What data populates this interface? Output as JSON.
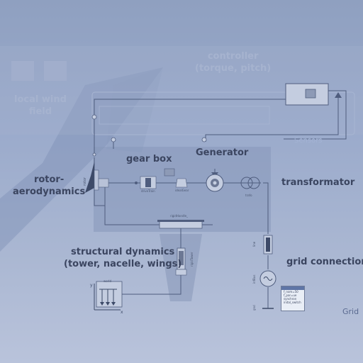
{
  "labels": {
    "controller": "controller\n(torque, pitch)",
    "local_wind": "local wind\nfield",
    "gear_box": "gear box",
    "generator": "Generator",
    "rotor": "rotor-\naerodynamics",
    "transformator": "transformator",
    "structural": "structural dynamics\n(tower, nacelle, wings)",
    "grid_connection": "grid connection",
    "grid": "Grid",
    "sensors": "Sensors"
  },
  "components": {
    "rotor": "rotor",
    "drive_train": "driveTrain",
    "gear": "idealGear",
    "trafo": "trafo",
    "rigid_handle": "rigidHandle_",
    "rigid_tower": "rigidTower",
    "world": "world",
    "line": "line",
    "infbus": "infBus",
    "gnd": "gnd",
    "axis_y": "y",
    "axis_x": "x",
    "sys_lines": [
      "f_nom=50",
      "f_par=ue",
      "synchron",
      "inital_switch"
    ]
  },
  "colors": {
    "wire": "#4f5d7e",
    "component": "#6c7894",
    "label": "#3b4560",
    "grid_label": "#5a6a90",
    "legend_header": "#5f75a6"
  }
}
